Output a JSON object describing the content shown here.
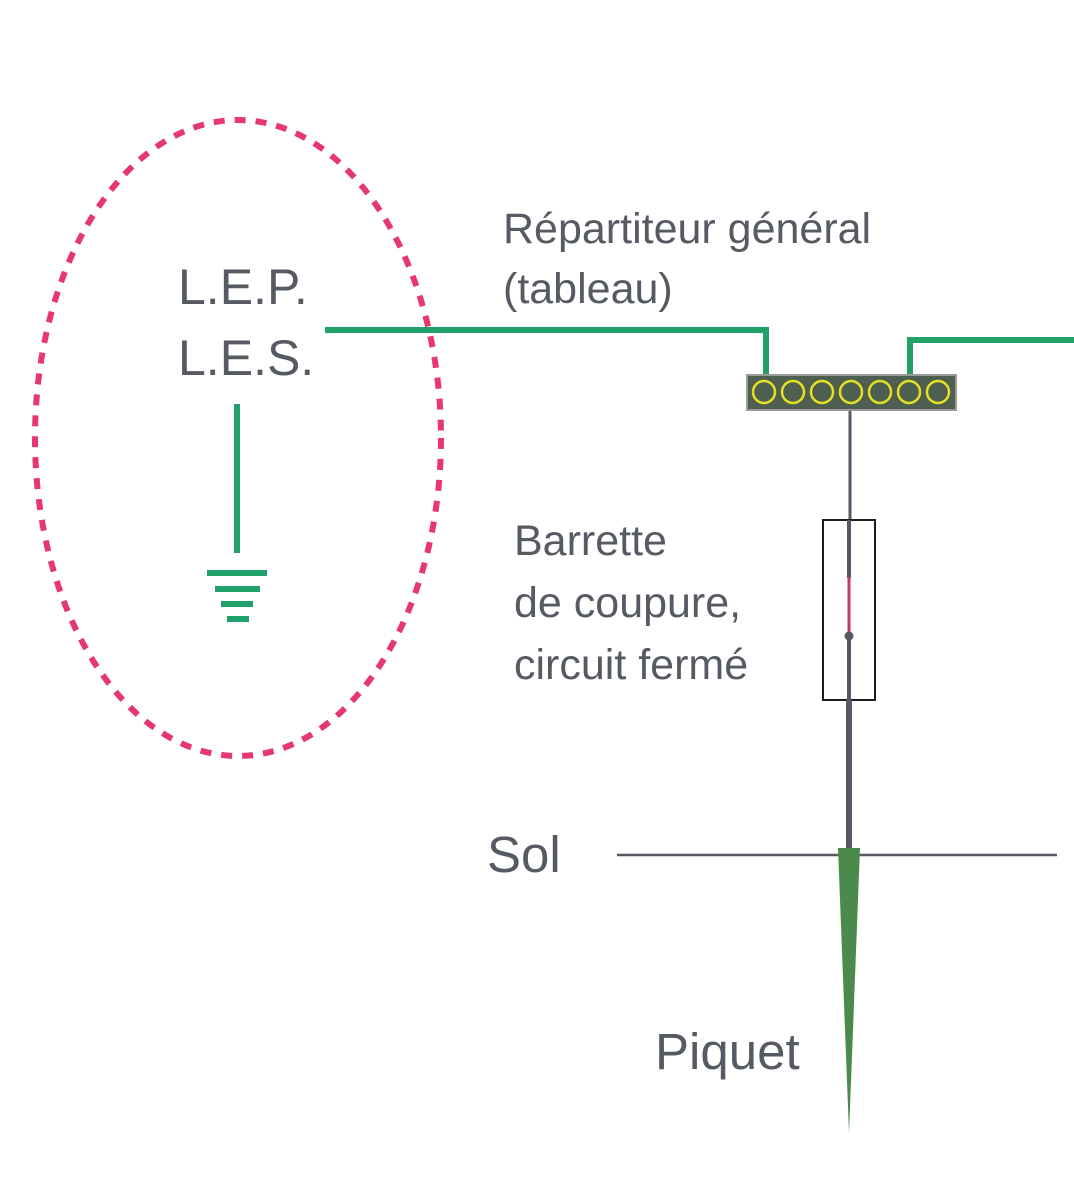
{
  "labels": {
    "lep": "L.E.P.",
    "les": "L.E.S.",
    "repartiteur": [
      "Répartiteur général",
      "(tableau)"
    ],
    "barrette": [
      "Barrette",
      "de coupure,",
      "circuit fermé"
    ],
    "sol": "Sol",
    "piquet": "Piquet"
  },
  "terminal_block": {
    "terminal_count": 7
  },
  "colors": {
    "conductor_green": "#21a06a",
    "dashed_boundary": "#e6376e",
    "terminal_block_fill": "#4e5e4f",
    "terminal_ring": "#e5e025",
    "wire_gray": "#545964",
    "barrette_contact": "#c0396f",
    "stake_green": "#4a8a4b",
    "label_text": "#555a63"
  },
  "icons": {
    "earth_symbol": "ground-icon"
  }
}
